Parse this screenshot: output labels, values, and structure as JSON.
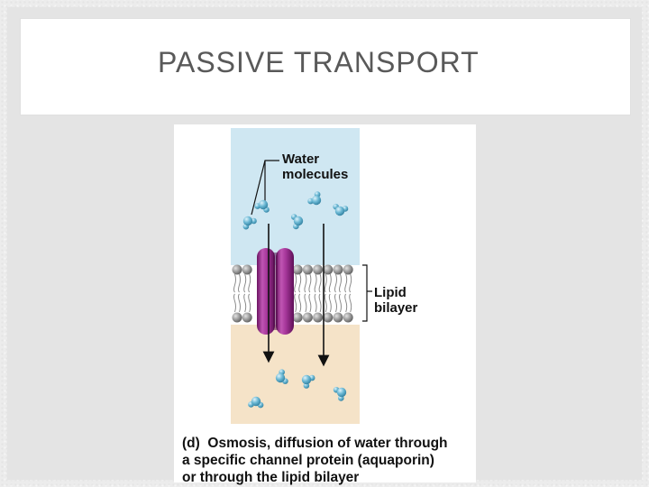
{
  "slide": {
    "title": "PASSIVE TRANSPORT"
  },
  "diagram": {
    "water_label_line1": "Water",
    "water_label_line2": "molecules",
    "lipid_label_line1": "Lipid",
    "lipid_label_line2": "bilayer",
    "caption": {
      "part": "(d)",
      "term": "Osmosis",
      "rest_line1": ", diffusion of water through",
      "line2": "a specific channel protein (aquaporin)",
      "line3": "or through the lipid bilayer"
    },
    "colors": {
      "extracellular": "#cfe7f2",
      "cytoplasm": "#f5e3c8",
      "channel_protein": "#9b2a8e",
      "lipid_head": "#8a8a8a",
      "water_molecule": "#5aa7c4"
    }
  }
}
